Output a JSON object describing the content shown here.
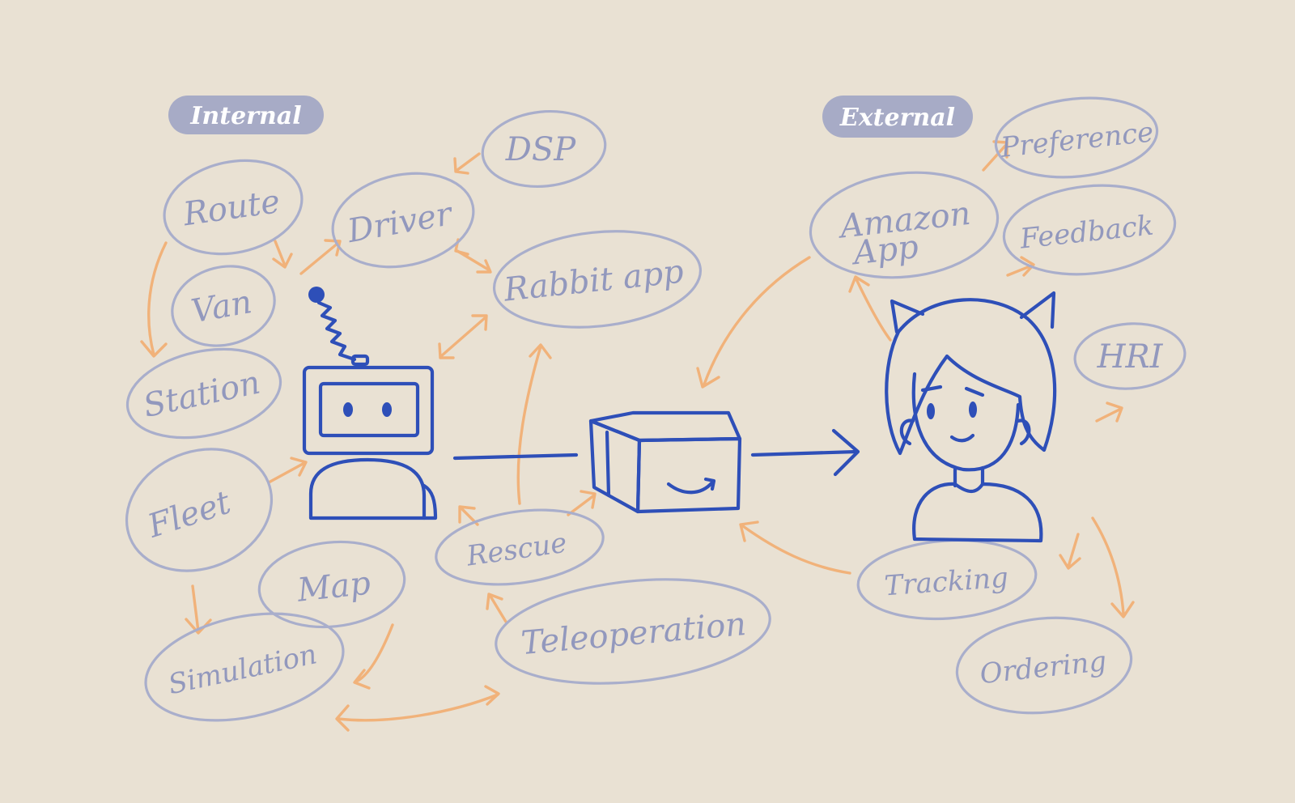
{
  "colors": {
    "background": "#e9e1d3",
    "node_stroke": "#a9aecb",
    "node_text": "#9298bd",
    "pill_fill": "#a7abc6",
    "arrow": "#f1b27a",
    "ink": "#2e4fb8"
  },
  "groups": {
    "internal": "Internal",
    "external": "External"
  },
  "nodes": {
    "dsp": "DSP",
    "route": "Route",
    "driver": "Driver",
    "rabbit_app": "Rabbit app",
    "van": "Van",
    "station": "Station",
    "fleet": "Fleet",
    "map": "Map",
    "simulation": "Simulation",
    "rescue": "Rescue",
    "teleoperation": "Teleoperation",
    "amazon_app_line1": "Amazon",
    "amazon_app_line2": "App",
    "preference": "Preference",
    "feedback": "Feedback",
    "hri": "HRI",
    "tracking": "Tracking",
    "ordering": "Ordering"
  },
  "figures": {
    "robot": "robot-figure",
    "package": "package-box-figure",
    "customer": "cat-eared-person-figure"
  }
}
